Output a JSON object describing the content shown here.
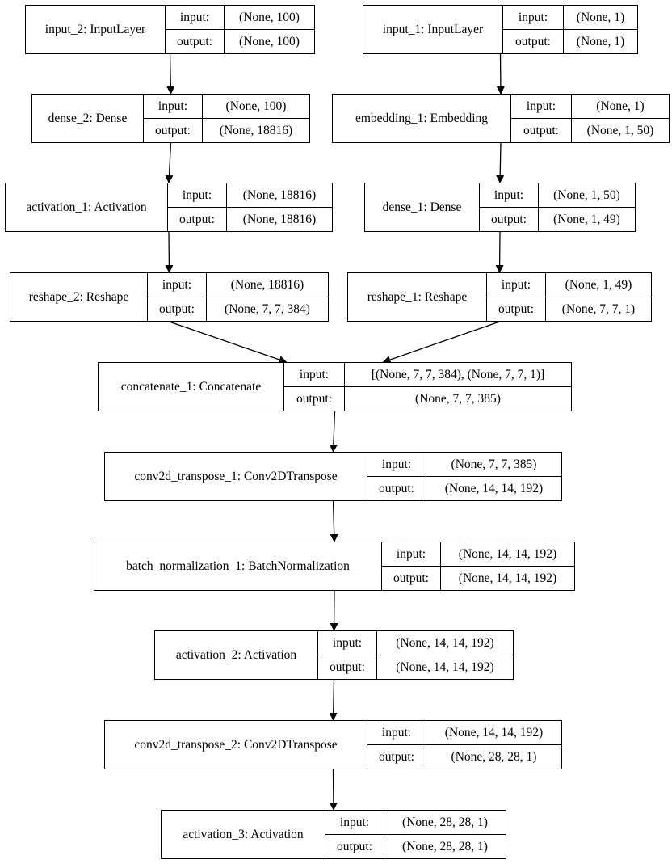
{
  "input_label": "input:",
  "output_label": "output:",
  "nodes": [
    {
      "id": "input-2",
      "name": "input_2: InputLayer",
      "input": "(None, 100)",
      "output": "(None, 100)"
    },
    {
      "id": "input-1",
      "name": "input_1: InputLayer",
      "input": "(None, 1)",
      "output": "(None, 1)"
    },
    {
      "id": "dense-2",
      "name": "dense_2: Dense",
      "input": "(None, 100)",
      "output": "(None, 18816)"
    },
    {
      "id": "embedding-1",
      "name": "embedding_1: Embedding",
      "input": "(None, 1)",
      "output": "(None, 1, 50)"
    },
    {
      "id": "activation-1",
      "name": "activation_1: Activation",
      "input": "(None, 18816)",
      "output": "(None, 18816)"
    },
    {
      "id": "dense-1",
      "name": "dense_1: Dense",
      "input": "(None, 1, 50)",
      "output": "(None, 1, 49)"
    },
    {
      "id": "reshape-2",
      "name": "reshape_2: Reshape",
      "input": "(None, 18816)",
      "output": "(None, 7, 7, 384)"
    },
    {
      "id": "reshape-1",
      "name": "reshape_1: Reshape",
      "input": "(None, 1, 49)",
      "output": "(None, 7, 7, 1)"
    },
    {
      "id": "concatenate-1",
      "name": "concatenate_1: Concatenate",
      "input": "[(None, 7, 7, 384), (None, 7, 7, 1)]",
      "output": "(None, 7, 7, 385)"
    },
    {
      "id": "conv2d-transpose-1",
      "name": "conv2d_transpose_1: Conv2DTranspose",
      "input": "(None, 7, 7, 385)",
      "output": "(None, 14, 14, 192)"
    },
    {
      "id": "batch-normalization-1",
      "name": "batch_normalization_1: BatchNormalization",
      "input": "(None, 14, 14, 192)",
      "output": "(None, 14, 14, 192)"
    },
    {
      "id": "activation-2",
      "name": "activation_2: Activation",
      "input": "(None, 14, 14, 192)",
      "output": "(None, 14, 14, 192)"
    },
    {
      "id": "conv2d-transpose-2",
      "name": "conv2d_transpose_2: Conv2DTranspose",
      "input": "(None, 14, 14, 192)",
      "output": "(None, 28, 28, 1)"
    },
    {
      "id": "activation-3",
      "name": "activation_3: Activation",
      "input": "(None, 28, 28, 1)",
      "output": "(None, 28, 28, 1)"
    }
  ],
  "edges": [
    {
      "from": "input-2",
      "to": "dense-2"
    },
    {
      "from": "input-1",
      "to": "embedding-1"
    },
    {
      "from": "dense-2",
      "to": "activation-1"
    },
    {
      "from": "embedding-1",
      "to": "dense-1"
    },
    {
      "from": "activation-1",
      "to": "reshape-2"
    },
    {
      "from": "dense-1",
      "to": "reshape-1"
    },
    {
      "from": "reshape-2",
      "to": "concatenate-1"
    },
    {
      "from": "reshape-1",
      "to": "concatenate-1"
    },
    {
      "from": "concatenate-1",
      "to": "conv2d-transpose-1"
    },
    {
      "from": "conv2d-transpose-1",
      "to": "batch-normalization-1"
    },
    {
      "from": "batch-normalization-1",
      "to": "activation-2"
    },
    {
      "from": "activation-2",
      "to": "conv2d-transpose-2"
    },
    {
      "from": "conv2d-transpose-2",
      "to": "activation-3"
    }
  ]
}
